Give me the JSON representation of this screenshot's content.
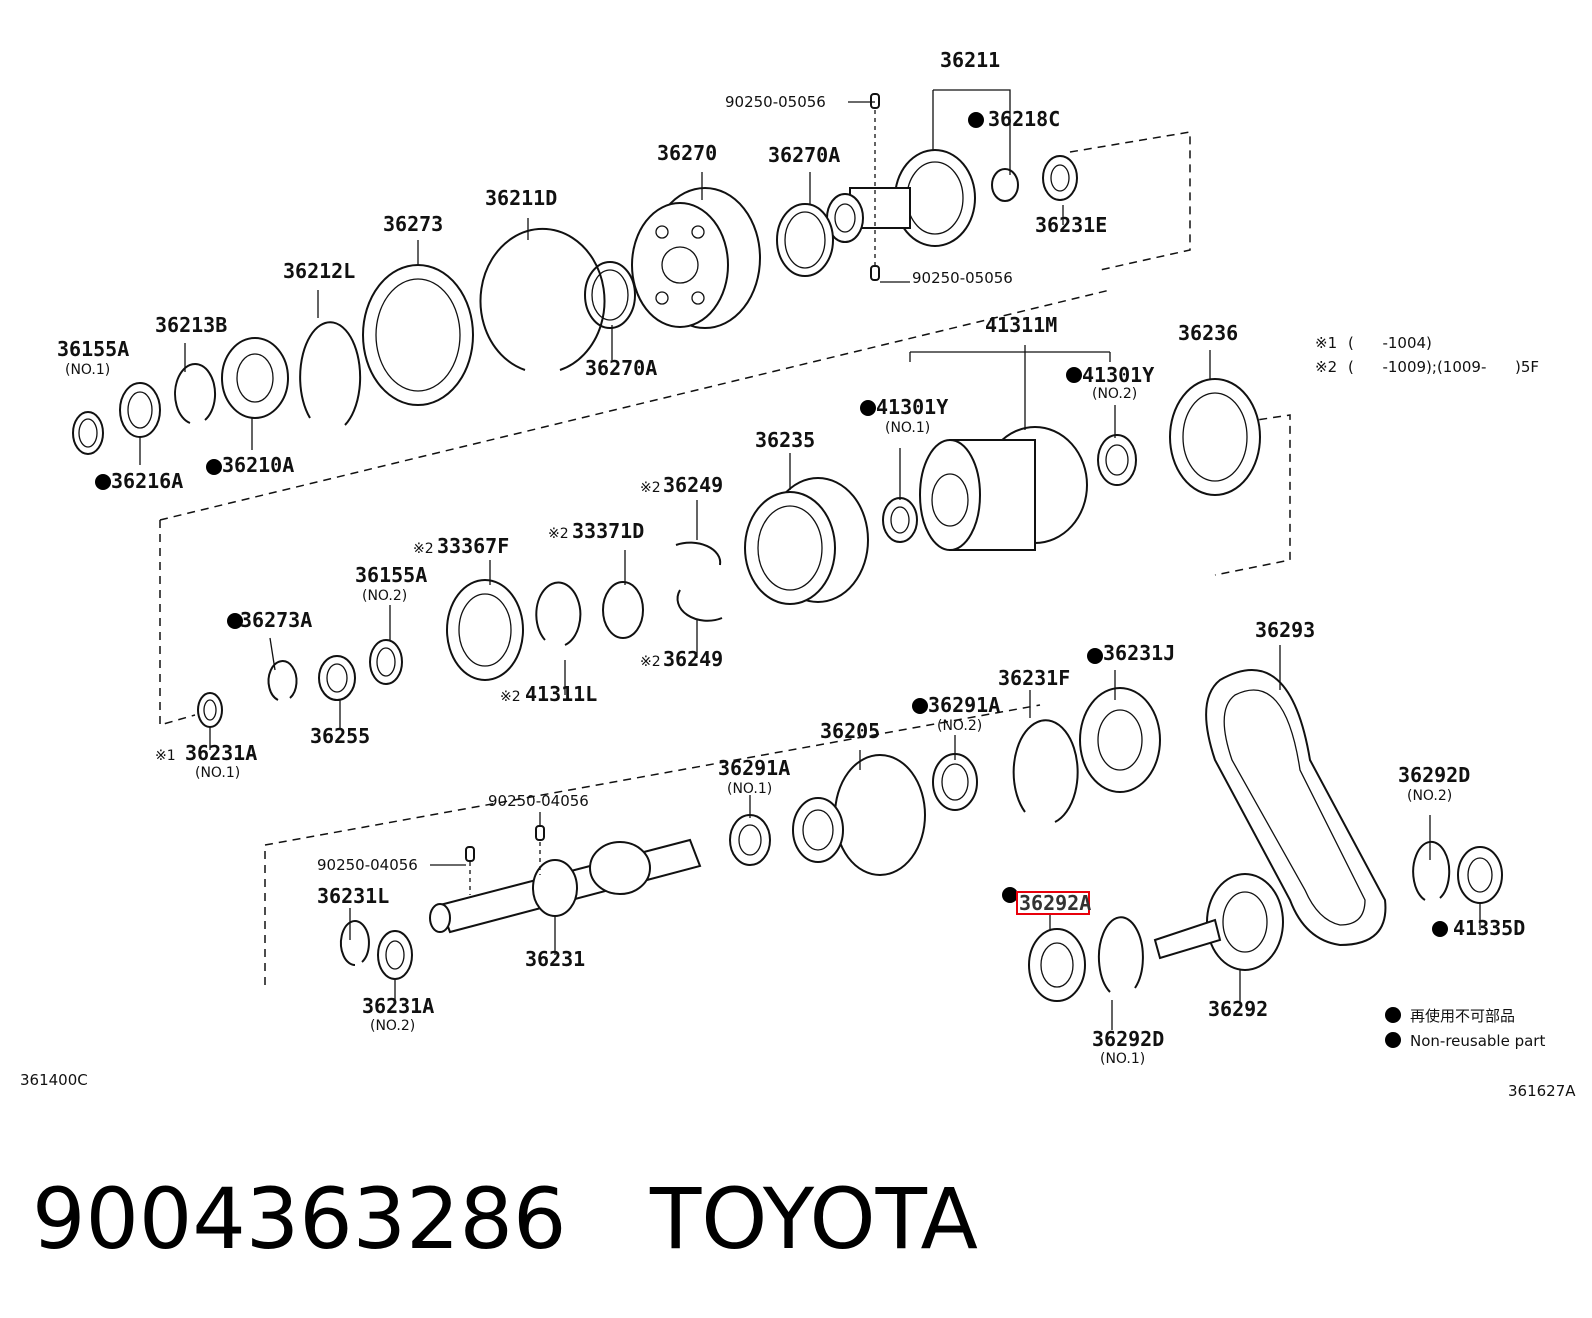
{
  "figure_codes": {
    "left": "361400C",
    "right": "361627A"
  },
  "footer": {
    "part_number": "9004363286",
    "brand": "TOYOTA"
  },
  "legend": {
    "non_reusable_jp": "再使用不可部品",
    "non_reusable_en": "Non-reusable part"
  },
  "notes": {
    "n1_mark": "※1",
    "n1_range": "(      -1004)",
    "n2_mark": "※2",
    "n2_range": "(      -1009);(1009-      )5F"
  },
  "labels": {
    "p36211": "36211",
    "p36218C": "36218C",
    "p36231E": "36231E",
    "p90250_05056a": "90250-05056",
    "p90250_05056b": "90250-05056",
    "p36270": "36270",
    "p36270A_top": "36270A",
    "p36270A_bot": "36270A",
    "p36211D": "36211D",
    "p36273": "36273",
    "p36212L": "36212L",
    "p36213B": "36213B",
    "p36155A_1": "36155A",
    "no1_a": "(NO.1)",
    "p36216A": "36216A",
    "p36210A": "36210A",
    "p41311M": "41311M",
    "p41301Y_2": "41301Y",
    "no2_a": "(NO.2)",
    "p41301Y_1": "41301Y",
    "no1_b": "(NO.1)",
    "p36236": "36236",
    "p36235": "36235",
    "p36249_top": "36249",
    "p36249_bot": "36249",
    "p33371D": "33371D",
    "p33367F": "33367F",
    "p36155A_2": "36155A",
    "no2_b": "(NO.2)",
    "p36273A": "36273A",
    "p36255": "36255",
    "p41311L": "41311L",
    "p36231A_1": "36231A",
    "no1_c": "(NO.1)",
    "p36293": "36293",
    "p36231J": "36231J",
    "p36231F": "36231F",
    "p36291A_2": "36291A",
    "no2_c": "(NO.2)",
    "p36205": "36205",
    "p36291A_1": "36291A",
    "no1_d": "(NO.1)",
    "p90250_04056a": "90250-04056",
    "p90250_04056b": "90250-04056",
    "p36231L": "36231L",
    "p36231": "36231",
    "p36231A_2": "36231A",
    "no2_d": "(NO.2)",
    "p36292A": "36292A",
    "p36292D_2": "36292D",
    "no2_e": "(NO.2)",
    "p41335D": "41335D",
    "p36292": "36292",
    "p36292D_1": "36292D",
    "no1_e": "(NO.1)",
    "mark1": "※1",
    "mark2a": "※2",
    "mark2b": "※2",
    "mark2c": "※2",
    "mark2d": "※2",
    "mark2e": "※2"
  },
  "highlighted_part": "36292A",
  "colors": {
    "highlight": "#e8000b",
    "ink": "#111111"
  }
}
